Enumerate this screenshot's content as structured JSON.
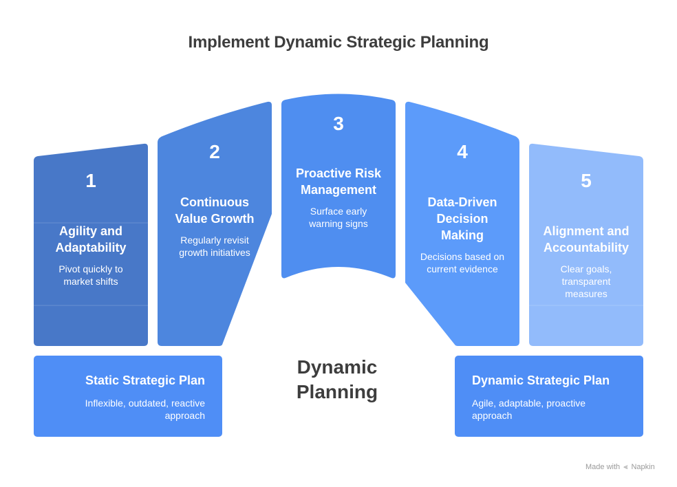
{
  "title": "Implement Dynamic Strategic Planning",
  "colors": {
    "col1": "#4878c8",
    "col2": "#4d86de",
    "col3": "#4f8ef0",
    "col4": "#5c9bfa",
    "col5": "#92bbfb",
    "plan_box": "#4f8ef6",
    "text_dark": "#3d3d3d"
  },
  "columns": [
    {
      "number": "1",
      "title": "Agility and Adaptability",
      "desc": "Pivot quickly to market shifts"
    },
    {
      "number": "2",
      "title": "Continuous Value Growth",
      "desc": "Regularly revisit growth initiatives"
    },
    {
      "number": "3",
      "title": "Proactive Risk Management",
      "desc": "Surface early warning signs"
    },
    {
      "number": "4",
      "title": "Data-Driven Decision Making",
      "desc": "Decisions based on current evidence"
    },
    {
      "number": "5",
      "title": "Alignment and Accountability",
      "desc": "Clear goals, transparent measures"
    }
  ],
  "center_label": "Dynamic Planning",
  "left_plan": {
    "title": "Static Strategic Plan",
    "desc": "Inflexible, outdated, reactive approach"
  },
  "right_plan": {
    "title": "Dynamic Strategic Plan",
    "desc": "Agile, adaptable, proactive approach"
  },
  "brand": {
    "prefix": "Made with",
    "icon": "napkin-logo-icon",
    "name": "Napkin"
  }
}
